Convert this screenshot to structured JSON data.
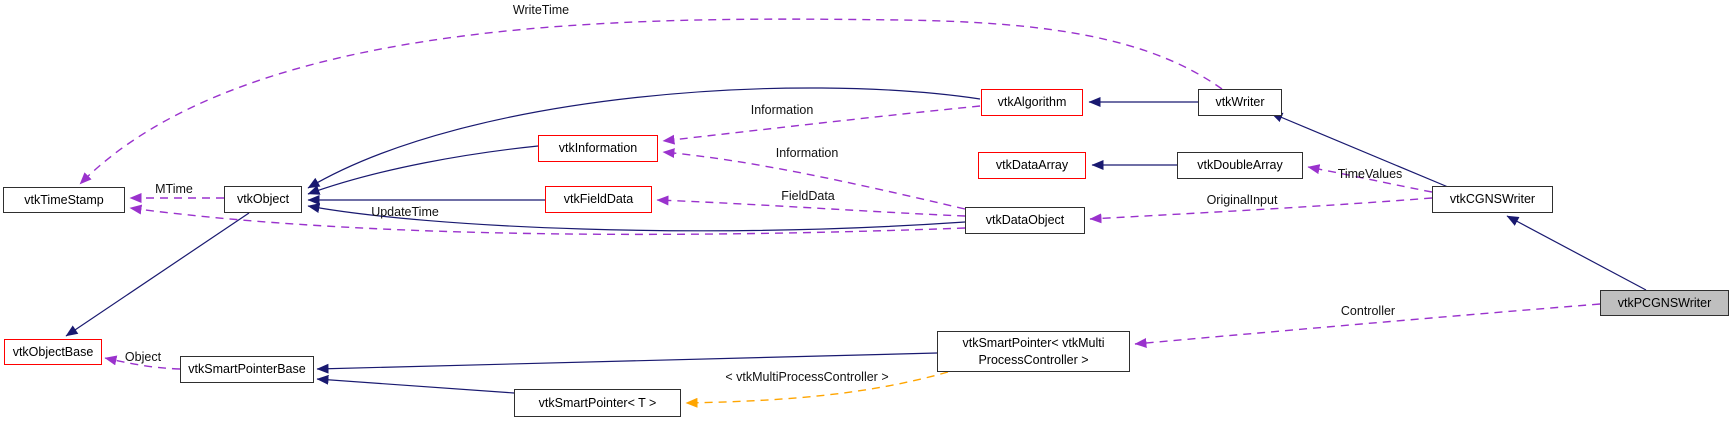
{
  "diagram": {
    "kind": "class-collaboration-graph",
    "colors": {
      "inheritance_edge": "#191970",
      "usage_edge": "#9a32cd",
      "template_edge": "#ffa500",
      "node_border": "#2f2f2f",
      "truncated_node_border": "#ff0000",
      "focus_node_fill": "#bfbfbf",
      "background": "#ffffff"
    },
    "nodes": {
      "timestamp": {
        "label": "vtkTimeStamp"
      },
      "object": {
        "label": "vtkObject"
      },
      "information": {
        "label": "vtkInformation"
      },
      "fielddata": {
        "label": "vtkFieldData"
      },
      "algorithm": {
        "label": "vtkAlgorithm"
      },
      "writer": {
        "label": "vtkWriter"
      },
      "dataarray": {
        "label": "vtkDataArray"
      },
      "doublearray": {
        "label": "vtkDoubleArray"
      },
      "dataobject": {
        "label": "vtkDataObject"
      },
      "cgnswriter": {
        "label": "vtkCGNSWriter"
      },
      "pcgnswriter": {
        "label": "vtkPCGNSWriter"
      },
      "objectbase": {
        "label": "vtkObjectBase"
      },
      "smartpointerbase": {
        "label": "vtkSmartPointerBase"
      },
      "smartpointer_t": {
        "label": "vtkSmartPointer< T >"
      },
      "smartpointer_mpc": {
        "label": "vtkSmartPointer< vtkMulti\nProcessController >"
      }
    },
    "edge_labels": {
      "writetime": "WriteTime",
      "mtime": "MTime",
      "updatetime": "UpdateTime",
      "information_from_algorithm": "Information",
      "information_from_dataobject": "Information",
      "fielddata": "FieldData",
      "originalinput": "OriginalInput",
      "timevalues": "TimeValues",
      "controller": "Controller",
      "object": "Object",
      "template_args": "< vtkMultiProcessController >"
    },
    "edges": [
      {
        "from": "vtkWriter",
        "to": "vtkAlgorithm",
        "type": "inheritance"
      },
      {
        "from": "vtkDoubleArray",
        "to": "vtkDataArray",
        "type": "inheritance"
      },
      {
        "from": "vtkCGNSWriter",
        "to": "vtkWriter",
        "type": "inheritance"
      },
      {
        "from": "vtkPCGNSWriter",
        "to": "vtkCGNSWriter",
        "type": "inheritance"
      },
      {
        "from": "vtkAlgorithm",
        "to": "vtkObject",
        "type": "inheritance"
      },
      {
        "from": "vtkInformation",
        "to": "vtkObject",
        "type": "inheritance"
      },
      {
        "from": "vtkFieldData",
        "to": "vtkObject",
        "type": "inheritance"
      },
      {
        "from": "vtkDataObject",
        "to": "vtkObject",
        "type": "inheritance"
      },
      {
        "from": "vtkObject",
        "to": "vtkObjectBase",
        "type": "inheritance"
      },
      {
        "from": "vtkSmartPointer< T >",
        "to": "vtkSmartPointerBase",
        "type": "inheritance"
      },
      {
        "from": "vtkSmartPointer< vtkMultiProcessController >",
        "to": "vtkSmartPointerBase",
        "type": "inheritance"
      },
      {
        "from": "vtkWriter",
        "to": "vtkTimeStamp",
        "label": "WriteTime",
        "type": "usage"
      },
      {
        "from": "vtkObject",
        "to": "vtkTimeStamp",
        "label": "MTime",
        "type": "usage"
      },
      {
        "from": "vtkDataObject",
        "to": "vtkTimeStamp",
        "label": "UpdateTime",
        "type": "usage"
      },
      {
        "from": "vtkAlgorithm",
        "to": "vtkInformation",
        "label": "Information",
        "type": "usage"
      },
      {
        "from": "vtkDataObject",
        "to": "vtkInformation",
        "label": "Information",
        "type": "usage"
      },
      {
        "from": "vtkDataObject",
        "to": "vtkFieldData",
        "label": "FieldData",
        "type": "usage"
      },
      {
        "from": "vtkCGNSWriter",
        "to": "vtkDataObject",
        "label": "OriginalInput",
        "type": "usage"
      },
      {
        "from": "vtkCGNSWriter",
        "to": "vtkDoubleArray",
        "label": "TimeValues",
        "type": "usage"
      },
      {
        "from": "vtkPCGNSWriter",
        "to": "vtkSmartPointer< vtkMultiProcessController >",
        "label": "Controller",
        "type": "usage"
      },
      {
        "from": "vtkSmartPointerBase",
        "to": "vtkObjectBase",
        "label": "Object",
        "type": "usage"
      },
      {
        "from": "vtkSmartPointer< vtkMultiProcessController >",
        "to": "vtkSmartPointer< T >",
        "label": "< vtkMultiProcessController >",
        "type": "template-instance"
      }
    ]
  }
}
